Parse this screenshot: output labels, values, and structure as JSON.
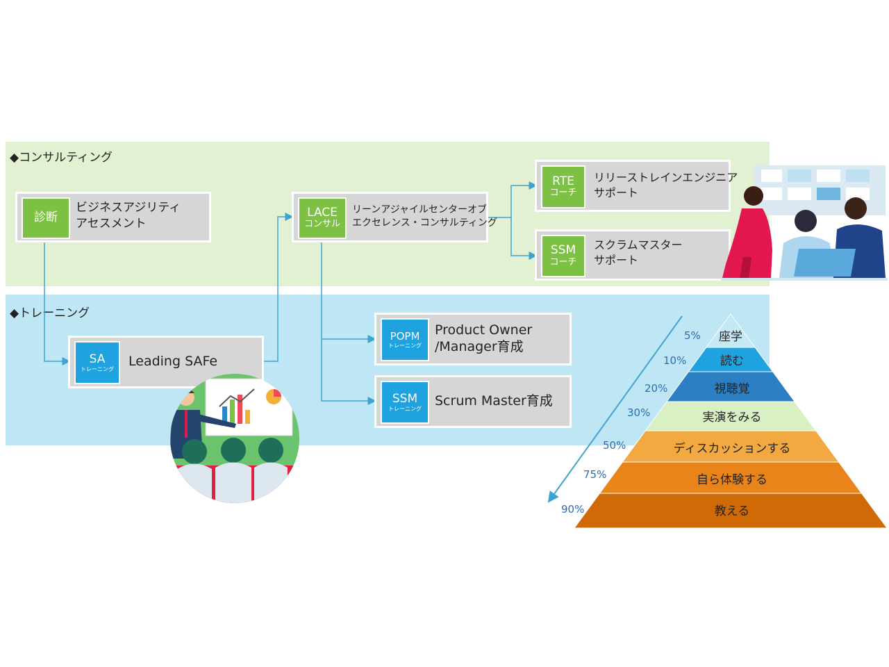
{
  "sections": {
    "consulting": "◆コンサルティング",
    "training": "◆トレーニング"
  },
  "boxes": {
    "shindan": {
      "tag": "診断",
      "label_line1": "ビジネスアジリティ",
      "label_line2": "アセスメント"
    },
    "lace": {
      "tag_main": "LACE",
      "tag_sub": "コンサル",
      "label_line1": "リーンアジャイルセンターオブ",
      "label_line2": "エクセレンス・コンサルティング"
    },
    "rte": {
      "tag_main": "RTE",
      "tag_sub": "コーチ",
      "label_line1": "リリーストレインエンジニア",
      "label_line2": "サポート"
    },
    "ssm_coach": {
      "tag_main": "SSM",
      "tag_sub": "コーチ",
      "label_line1": "スクラムマスター",
      "label_line2": "サポート"
    },
    "sa": {
      "tag_main": "SA",
      "tag_sub": "トレーニング",
      "label": "Leading SAFe"
    },
    "popm": {
      "tag_main": "POPM",
      "tag_sub": "トレーニング",
      "label_line1": "Product Owner",
      "label_line2": "/Manager育成"
    },
    "ssm_train": {
      "tag_main": "SSM",
      "tag_sub": "トレーニング",
      "label": "Scrum Master育成"
    }
  },
  "pyramid": {
    "levels": [
      {
        "label": "座学",
        "percent": "5%",
        "color": "#c5e8f5"
      },
      {
        "label": "読む",
        "percent": "10%",
        "color": "#1ea3e0"
      },
      {
        "label": "視聴覚",
        "percent": "20%",
        "color": "#2b7fc2"
      },
      {
        "label": "実演をみる",
        "percent": "30%",
        "color": "#d9efc4"
      },
      {
        "label": "ディスカッションする",
        "percent": "50%",
        "color": "#f2a941"
      },
      {
        "label": "自ら体験する",
        "percent": "75%",
        "color": "#e8841a"
      },
      {
        "label": "教える",
        "percent": "90%",
        "color": "#cf6a06"
      }
    ]
  },
  "colors": {
    "consult_band": "#e3f1d3",
    "train_band": "#bfe6f5",
    "green_tag": "#7cc144",
    "blue_tag": "#1ea3e0",
    "connector": "#3fa3d0"
  },
  "icons": [
    "office-team-illustration",
    "presenter-illustration"
  ]
}
